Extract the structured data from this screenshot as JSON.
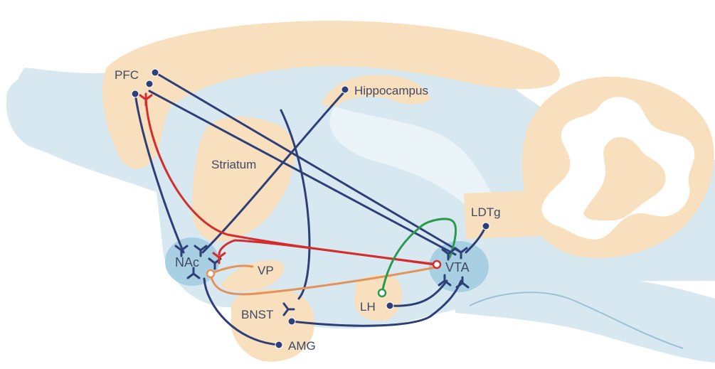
{
  "labels": {
    "pfc": "PFC",
    "hippocampus": "Hippocampus",
    "striatum": "Striatum",
    "ldtg": "LDTg",
    "nac": "NAc",
    "vp": "VP",
    "vta": "VTA",
    "lh": "LH",
    "bnst": "BNST",
    "amg": "AMG"
  },
  "colors": {
    "background": "#ffffff",
    "brain_blue": "#d7e8f1",
    "ventricle_blue": "#eaf3f8",
    "region_tan": "#f8dfbd",
    "nucleus_blue": "#a9cfe2",
    "pathway_navy": "#2e3f78",
    "pathway_red": "#d32d2d",
    "pathway_orange": "#e5925a",
    "pathway_green": "#2a9a4e",
    "label_text": "#3e4a66"
  },
  "pathways": {
    "navy": "navy projection",
    "red": "red projection",
    "orange": "orange projection",
    "green": "green projection"
  }
}
